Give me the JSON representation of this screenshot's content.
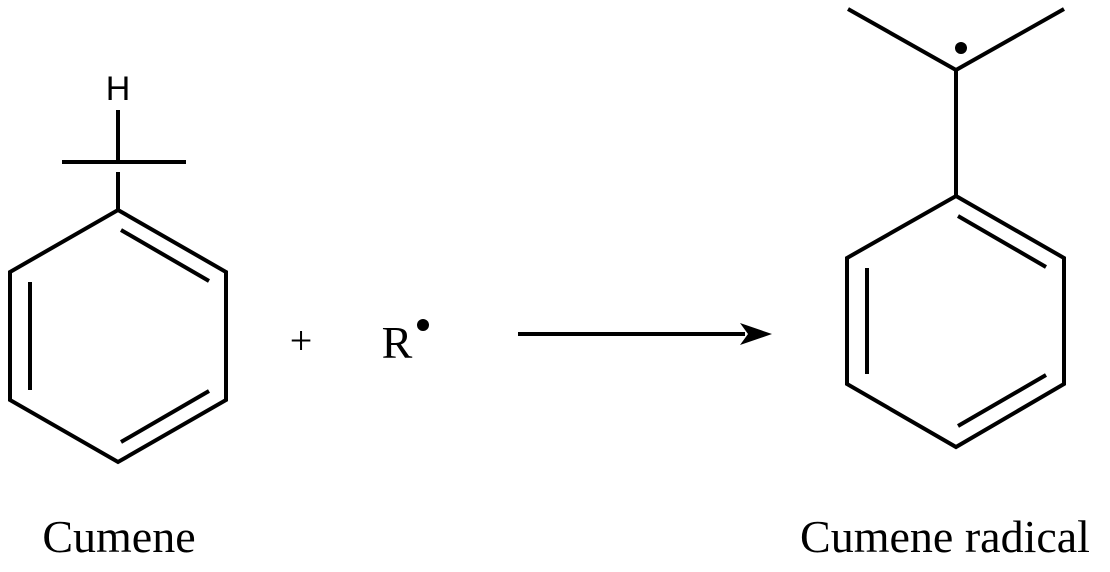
{
  "reaction": {
    "reactant": {
      "name": "Cumene",
      "atom_label": "H"
    },
    "plus_sign": "+",
    "reagent": {
      "symbol": "R"
    },
    "product": {
      "name": "Cumene radical"
    }
  },
  "colors": {
    "ink": "#000000",
    "background": "#ffffff"
  }
}
